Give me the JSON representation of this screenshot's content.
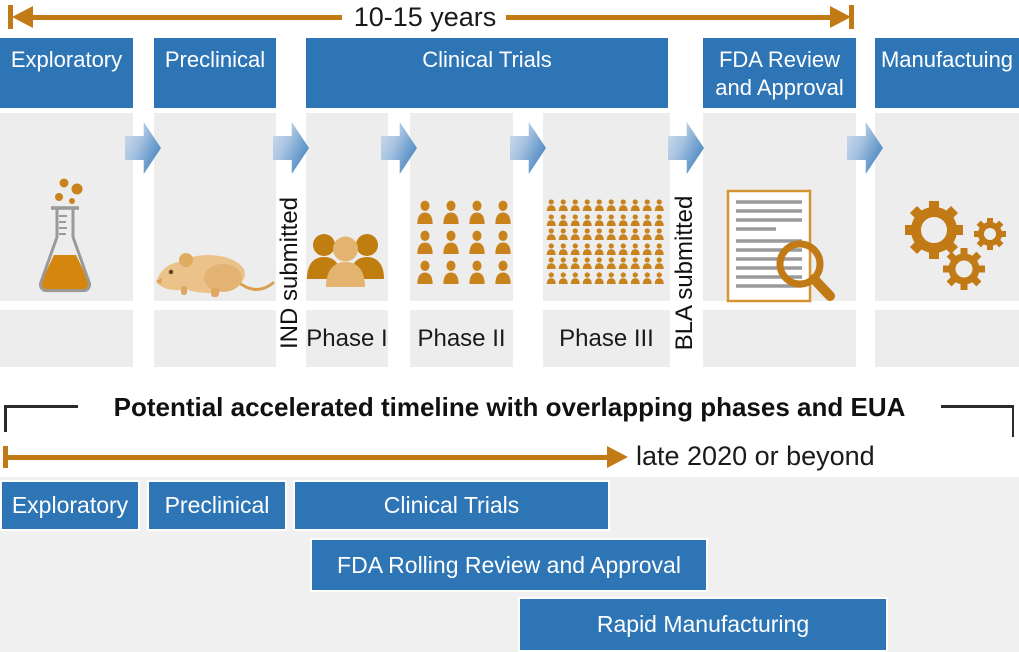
{
  "colors": {
    "blue": "#2e75b6",
    "orange": "#c17a15",
    "panel_gray": "#ededed",
    "bottom_gray": "#f0f0f0"
  },
  "traditional": {
    "duration_label": "10-15 years",
    "headers": [
      {
        "label": "Exploratory"
      },
      {
        "label": "Preclinical"
      },
      {
        "label": "Clinical Trials"
      },
      {
        "label": "FDA Review and Approval"
      },
      {
        "label": "Manufactuing"
      }
    ],
    "milestones": {
      "ind_label": "IND submitted",
      "bla_label": "BLA submitted"
    },
    "phase_labels": [
      {
        "label": "Phase I"
      },
      {
        "label": "Phase II"
      },
      {
        "label": "Phase III"
      }
    ],
    "phase1_people_count": 3,
    "phase2_grid": {
      "rows": 3,
      "cols": 4
    },
    "phase3_grid": {
      "rows": 6,
      "cols": 10
    },
    "icons": {
      "exploratory": "flask-icon",
      "preclinical": "mouse-icon",
      "phase1": "small-group-icon",
      "phase2": "people-grid-icon",
      "phase3": "large-people-grid-icon",
      "fda": "document-magnifier-icon",
      "manufacturing": "gears-icon"
    }
  },
  "accelerated": {
    "title": "Potential accelerated timeline with overlapping phases and EUA",
    "timeline_label": "late 2020 or beyond",
    "bars": [
      {
        "label": "Exploratory"
      },
      {
        "label": "Preclinical"
      },
      {
        "label": "Clinical Trials"
      },
      {
        "label": "FDA Rolling Review and Approval"
      },
      {
        "label": "Rapid Manufacturing"
      }
    ]
  }
}
